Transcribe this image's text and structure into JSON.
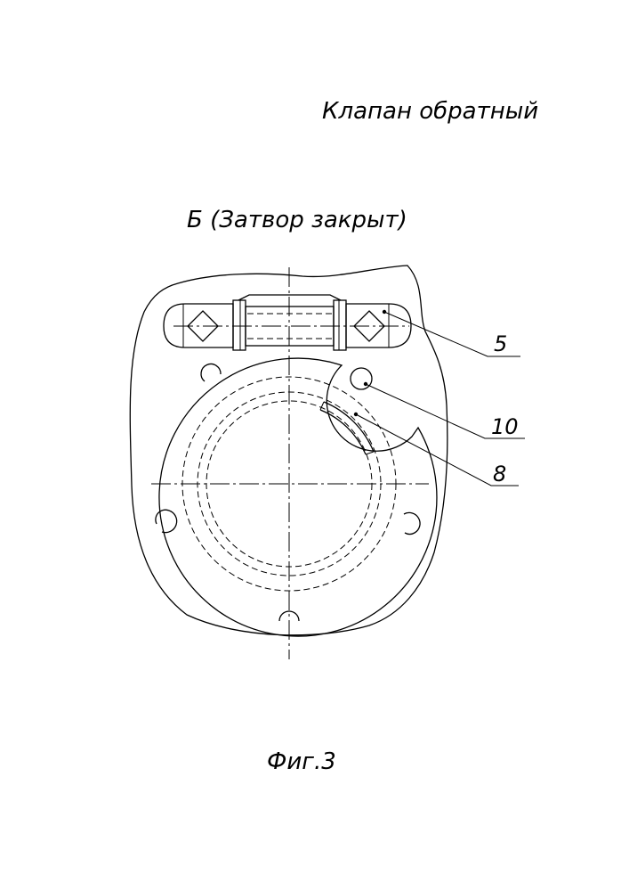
{
  "title": "Клапан обратный",
  "view_label": "Б (Затвор закрыт)",
  "figure_caption": "Фиг.3",
  "callouts": [
    {
      "label": "5"
    },
    {
      "label": "10"
    },
    {
      "label": "8"
    }
  ]
}
